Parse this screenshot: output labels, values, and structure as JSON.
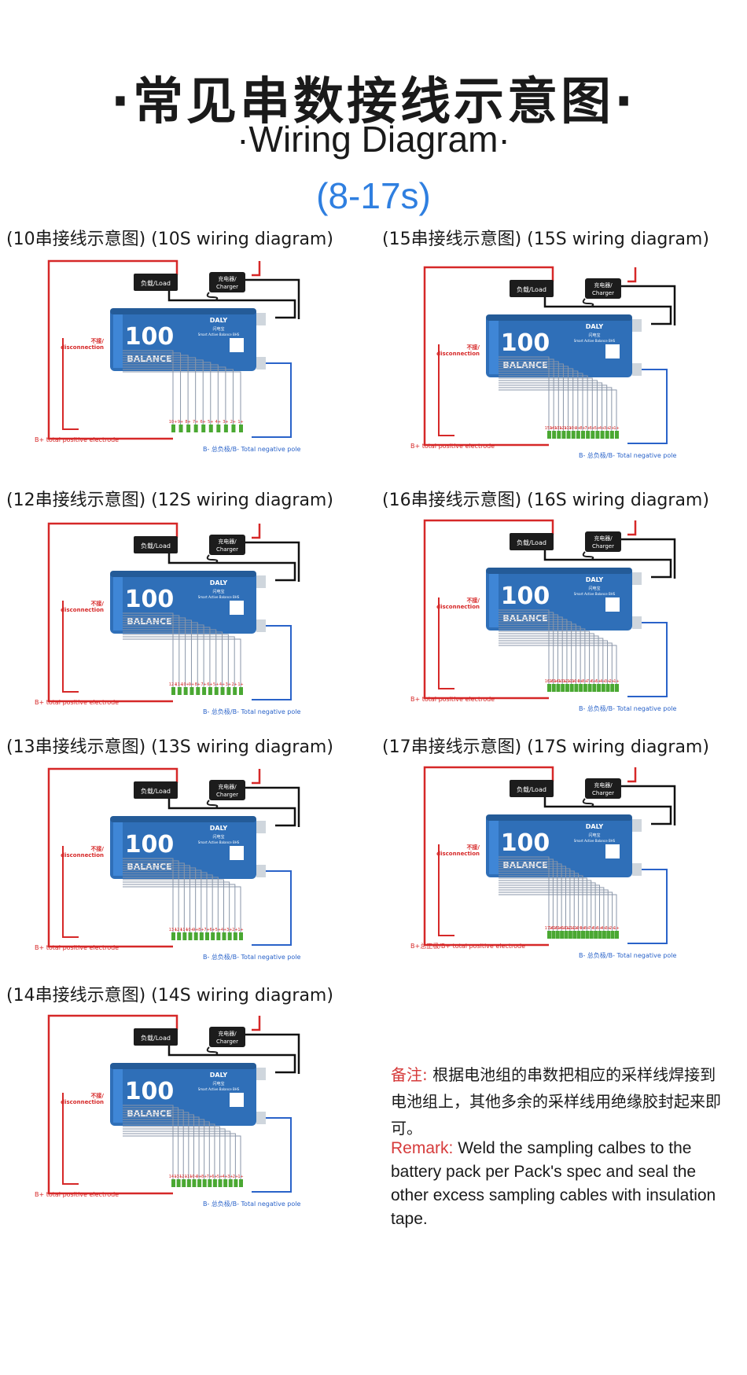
{
  "header": {
    "title_cn": "·常见串数接线示意图·",
    "title_en": "·Wiring Diagram·",
    "range": "(8-17s)"
  },
  "common_labels": {
    "load": "负载/Load",
    "charger_cn": "充电器/",
    "charger_en": "Charger",
    "disconnect_cn": "不接/",
    "disconnect_en": "disconnection",
    "b_plus": "B+ total positive electrode",
    "b_minus": "B- 总负极/B- Total negative pole",
    "brand": "DALY",
    "board_line1": "100",
    "board_line2": "BALANCE",
    "board_cn": "闪电宝",
    "board_en": "Smart Active Balance BHS"
  },
  "diagrams": [
    {
      "label_cn": "(10串接线示意图)",
      "label_en": "(10S wiring diagram)",
      "count": 10
    },
    {
      "label_cn": "(15串接线示意图)",
      "label_en": "(15S wiring diagram)",
      "count": 15
    },
    {
      "label_cn": "(12串接线示意图)",
      "label_en": "(12S wiring diagram)",
      "count": 12
    },
    {
      "label_cn": "(16串接线示意图)",
      "label_en": "(16S wiring diagram)",
      "count": 16
    },
    {
      "label_cn": "(13串接线示意图)",
      "label_en": "(13S wiring diagram)",
      "count": 13
    },
    {
      "label_cn": "(17串接线示意图)",
      "label_en": "(17S wiring diagram)",
      "count": 17,
      "b_plus": "B+总正极/B+ total positive electrode"
    },
    {
      "label_cn": "(14串接线示意图)",
      "label_en": "(14S wiring diagram)",
      "count": 14
    }
  ],
  "note": {
    "cn_prefix": "备注:",
    "cn_text": "根据电池组的串数把相应的采样线焊接到电池组上，其他多余的采样线用绝缘胶封起来即可。",
    "en_prefix": "Remark:",
    "en_text": "Weld the sampling calbes to the battery pack per Pack's spec and seal the other excess sampling cables with insulation tape."
  },
  "colors": {
    "accent_blue": "#2f7fe0",
    "board_blue": "#2f6fb8",
    "wire_red": "#d62828",
    "wire_black": "#111111",
    "wire_blue": "#2a63c9",
    "note_red": "#d63b3b"
  }
}
